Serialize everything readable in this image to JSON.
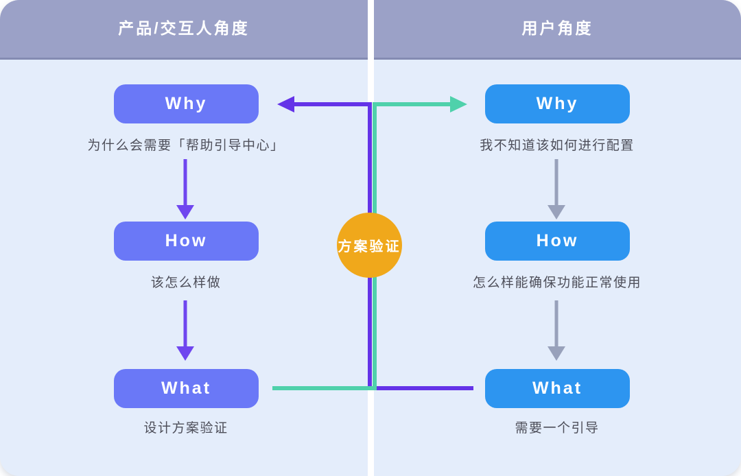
{
  "header": {
    "left_title": "产品/交互人角度",
    "right_title": "用户角度"
  },
  "center_badge": {
    "label": "方案验证"
  },
  "columns": {
    "left": {
      "steps": [
        {
          "label": "Why",
          "caption": "为什么会需要「帮助引导中心」"
        },
        {
          "label": "How",
          "caption": "该怎么样做"
        },
        {
          "label": "What",
          "caption": "设计方案验证"
        }
      ]
    },
    "right": {
      "steps": [
        {
          "label": "Why",
          "caption": "我不知道该如何进行配置"
        },
        {
          "label": "How",
          "caption": "怎么样能确保功能正常使用"
        },
        {
          "label": "What",
          "caption": "需要一个引导"
        }
      ]
    }
  },
  "colors": {
    "canvas_bg": "#e4edfb",
    "header_bg": "#9ba1c7",
    "left_box": "#6a78f7",
    "right_box": "#2d95f0",
    "purple_line": "#6433e8",
    "purple_arrow": "#6f46ef",
    "teal_line": "#4fd1ab",
    "gray_arrow": "#98a1bb",
    "badge_bg": "#f0a81b",
    "caption_text": "#4d4e59"
  }
}
